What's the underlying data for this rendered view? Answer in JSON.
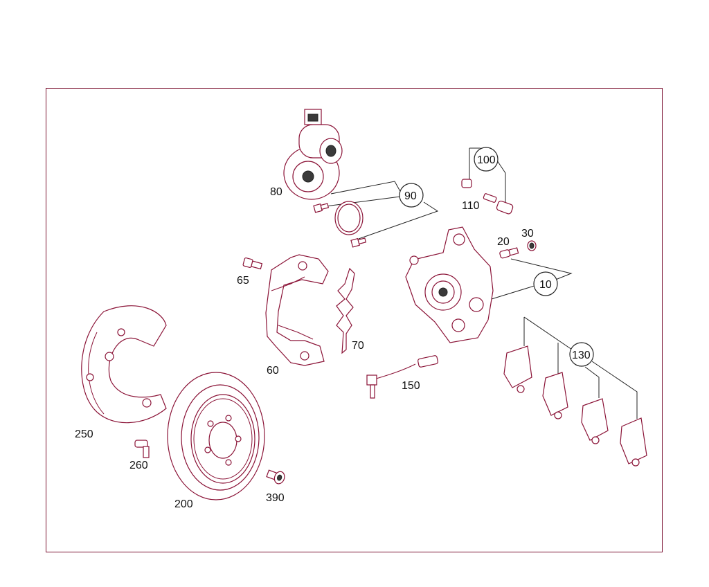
{
  "diagram": {
    "title": "",
    "colors": {
      "frame": "#7a1030",
      "part_outline": "#8a1236",
      "text": "#111111"
    },
    "labels": {
      "p10": "10",
      "p20": "20",
      "p30": "30",
      "p60": "60",
      "p65": "65",
      "p70": "70",
      "p80": "80",
      "p90": "90",
      "p100": "100",
      "p110": "110",
      "p130": "130",
      "p150": "150",
      "p200": "200",
      "p250": "250",
      "p260": "260",
      "p390": "390"
    }
  }
}
